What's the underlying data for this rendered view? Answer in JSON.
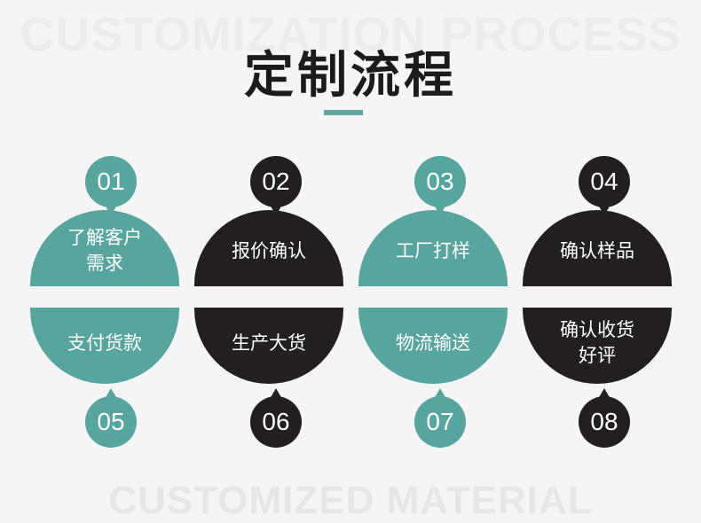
{
  "watermark_top": "CUSTOMIZATION PROCESS",
  "watermark_bottom": "CUSTOMIZED MATERIAL",
  "title": "定制流程",
  "colors": {
    "teal": "#56a59e",
    "dark": "#231f20",
    "accent": "#62a79f",
    "background": "#f5f5f5"
  },
  "steps": [
    {
      "num": "01",
      "label": "了解客户需求"
    },
    {
      "num": "02",
      "label": "报价确认"
    },
    {
      "num": "03",
      "label": "工厂打样"
    },
    {
      "num": "04",
      "label": "确认样品"
    },
    {
      "num": "05",
      "label": "支付货款"
    },
    {
      "num": "06",
      "label": "生产大货"
    },
    {
      "num": "07",
      "label": "物流输送"
    },
    {
      "num": "08",
      "label": "确认收货好评"
    }
  ]
}
